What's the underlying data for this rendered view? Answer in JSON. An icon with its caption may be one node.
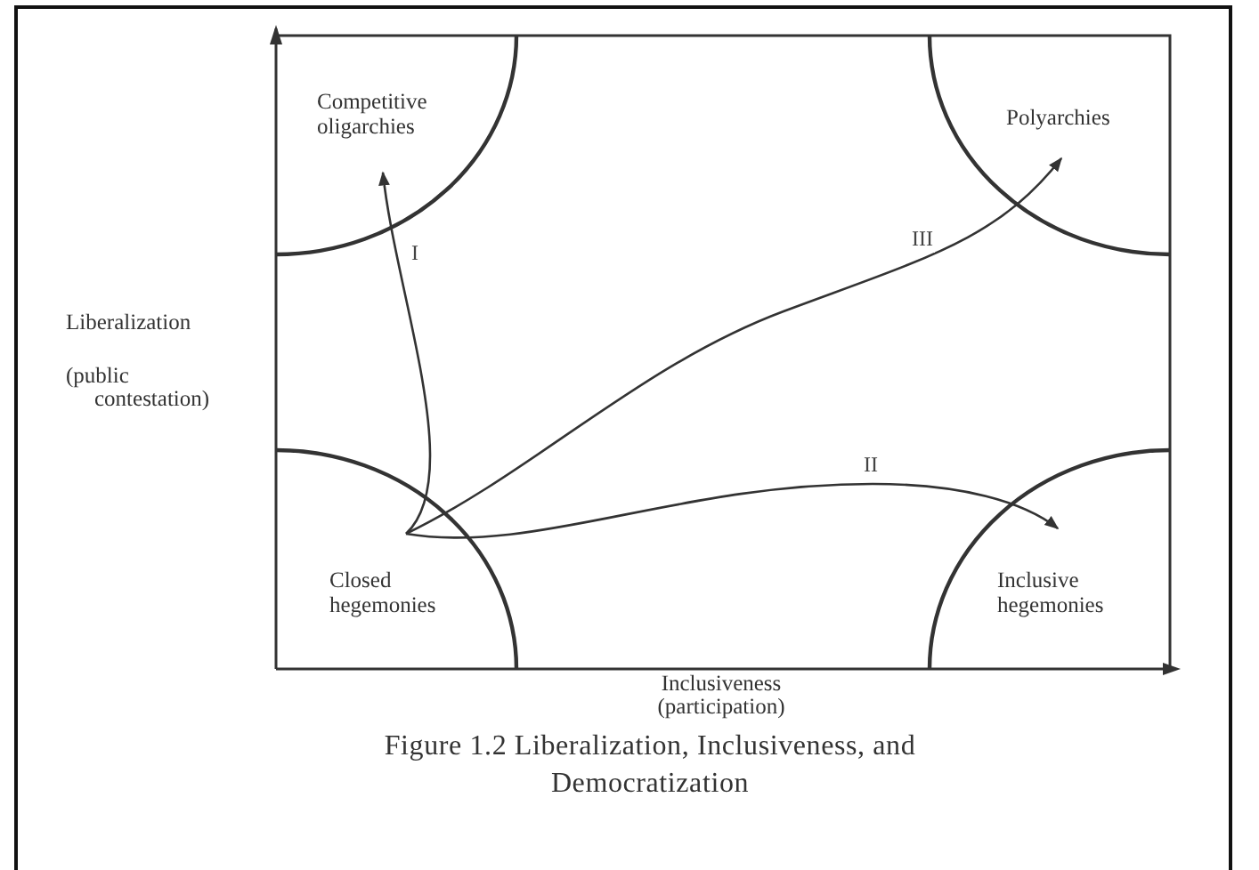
{
  "diagram": {
    "caption": "Figure 1.2 Liberalization, Inclusiveness, and Democratization",
    "nodes": [
      {
        "text": [
          "Competitive oligarchies"
        ]
      },
      {
        "text": [
          "Polyarchies"
        ]
      },
      {
        "text": [
          "Closed hegemonies"
        ]
      },
      {
        "text": [
          "Inclusive hegemonies"
        ]
      }
    ],
    "edges": [
      {
        "from": 2,
        "to": 0,
        "arrow": "to",
        "label": "I"
      },
      {
        "from": 2,
        "to": 3,
        "arrow": "to",
        "label": "II"
      },
      {
        "from": 2,
        "to": 1,
        "arrow": "to",
        "label": "III"
      }
    ],
    "labels": [
      "Liberalization",
      "(public contestation)",
      "Inclusiveness (participation)"
    ]
  }
}
